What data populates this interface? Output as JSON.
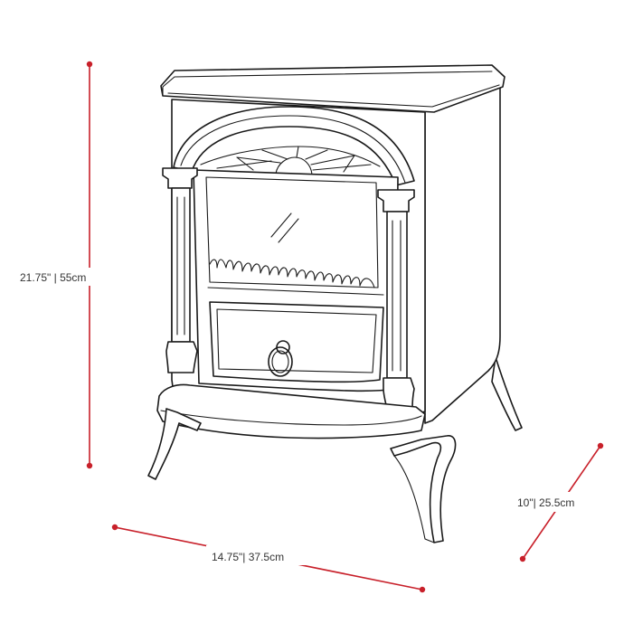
{
  "dimensions": {
    "height": {
      "label": "21.75\" | 55cm"
    },
    "width": {
      "label": "14.75\"| 37.5cm"
    },
    "depth": {
      "label": "10\"| 25.5cm"
    }
  },
  "colors": {
    "dimension_line": "#c8202a",
    "outline": "#1a1a1a"
  }
}
